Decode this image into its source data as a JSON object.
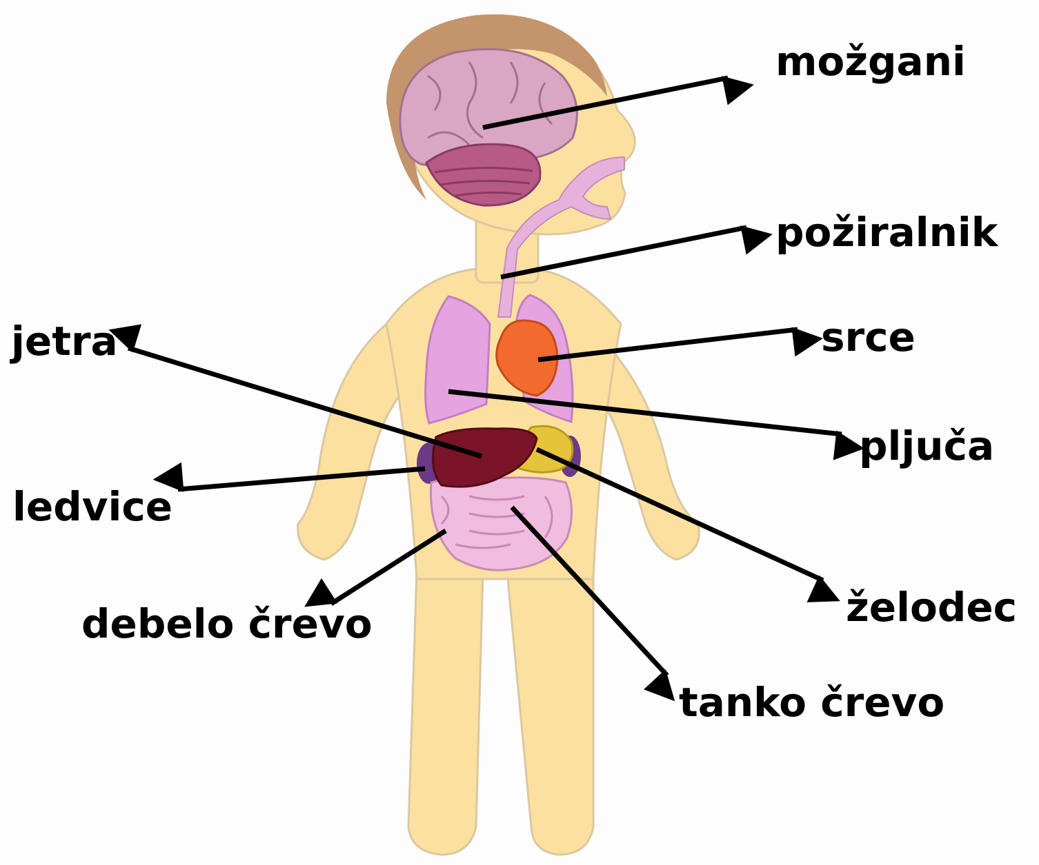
{
  "labels": {
    "brain": "možgani",
    "esophagus": "požiralnik",
    "heart": "srce",
    "lungs": "pljuča",
    "liver": "jetra",
    "kidneys": "ledvice",
    "stomach": "želodec",
    "large_intestine": "debelo črevo",
    "small_intestine": "tanko črevo"
  },
  "colors": {
    "skin": "#fbe0a0",
    "skin_outline": "#dcc7a0",
    "hair": "#c4946c",
    "brain": "#d9a6c4",
    "cerebellum": "#b85a86",
    "airway": "#e6b2dc",
    "lungs": "#e5a4e0",
    "heart": "#f26a2e",
    "liver": "#7a1428",
    "stomach": "#e6c43a",
    "kidney": "#6a3a86",
    "intestine": "#f0bce0",
    "arrow": "#000000"
  }
}
